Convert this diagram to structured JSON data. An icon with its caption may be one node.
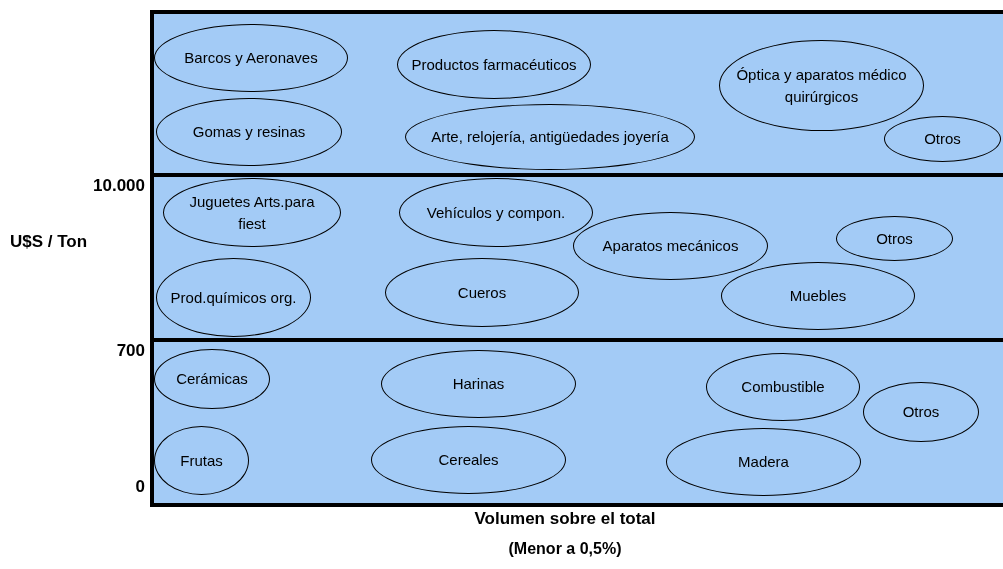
{
  "diagram": {
    "nodes": [
      {
        "text": [],
        "shape": "band"
      },
      {
        "text": [
          "Barcos y Aeronaves"
        ],
        "in": 0
      },
      {
        "text": [
          "Productos farmacéuticos"
        ],
        "in": 0
      },
      {
        "text": [
          "Óptica y aparatos médico quirúrgicos"
        ],
        "in": 0
      },
      {
        "text": [
          "Gomas y resinas"
        ],
        "in": 0
      },
      {
        "text": [
          "Arte, relojería, antigüedades joyería"
        ],
        "in": 0
      },
      {
        "text": [
          "Otros"
        ],
        "in": 0
      },
      {
        "text": [],
        "shape": "band"
      },
      {
        "text": [
          "Juguetes Arts.para fiest"
        ],
        "in": 7
      },
      {
        "text": [
          "Vehículos y compon."
        ],
        "in": 7
      },
      {
        "text": [
          "Aparatos mecánicos"
        ],
        "in": 7
      },
      {
        "text": [
          "Otros"
        ],
        "in": 7
      },
      {
        "text": [
          "Prod.químicos org."
        ],
        "in": 7
      },
      {
        "text": [
          "Cueros"
        ],
        "in": 7
      },
      {
        "text": [
          "Muebles"
        ],
        "in": 7
      },
      {
        "text": [],
        "shape": "band"
      },
      {
        "text": [
          "Cerámicas"
        ],
        "in": 15
      },
      {
        "text": [
          "Harinas"
        ],
        "in": 15
      },
      {
        "text": [
          "Combustible"
        ],
        "in": 15
      },
      {
        "text": [
          "Otros"
        ],
        "in": 15
      },
      {
        "text": [
          "Frutas"
        ],
        "in": 15
      },
      {
        "text": [
          "Cereales"
        ],
        "in": 15
      },
      {
        "text": [
          "Madera"
        ],
        "in": 15
      }
    ],
    "edges": [],
    "labels": [
      "10.000",
      "U$S / Ton",
      "700",
      "0",
      "Volumen sobre el total",
      "(Menor a 0,5%)"
    ]
  }
}
